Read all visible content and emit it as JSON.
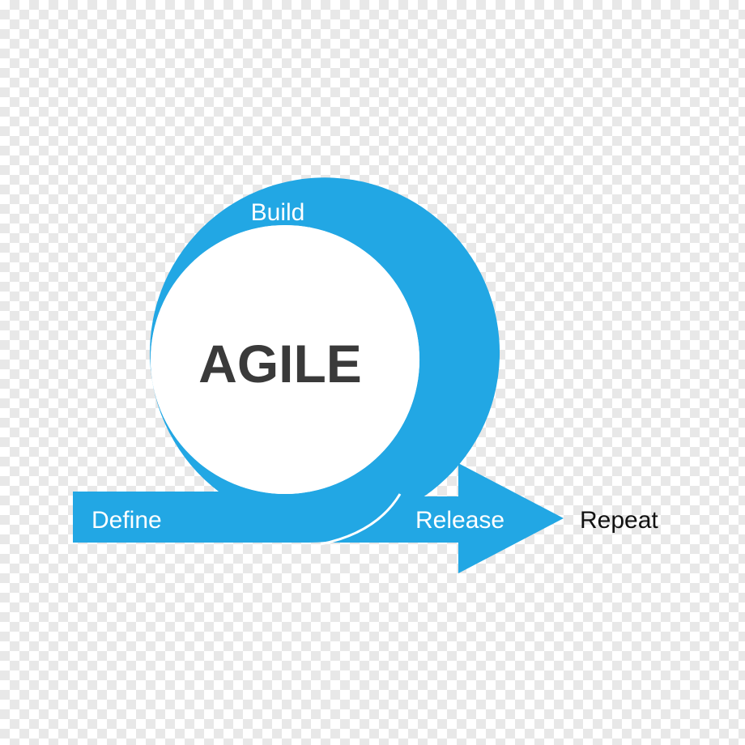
{
  "diagram": {
    "center_label": "AGILE",
    "stages": {
      "build": "Build",
      "define": "Define",
      "release": "Release",
      "repeat": "Repeat"
    },
    "colors": {
      "accent": "#22a7e4",
      "stage_text": "#ffffff",
      "center_text": "#3a3a3a",
      "repeat_text": "#111111"
    }
  }
}
